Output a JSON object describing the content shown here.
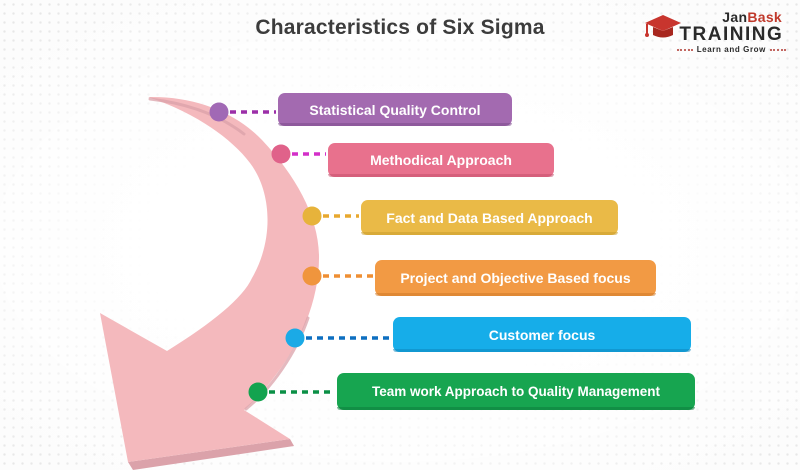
{
  "title": "Characteristics of Six Sigma",
  "title_color": "#3c3c3c",
  "logo": {
    "brand_part1": "Jan",
    "brand_part2": "Bask",
    "brand_line2": "TRAINING",
    "tagline": "Learn and Grow",
    "accent_color": "#c0392b",
    "dark_color": "#2a2a2a"
  },
  "arrow": {
    "shape": "curved-arrow-pointing-down-left",
    "color": "#f4b9bd",
    "shadow_color": "#dba2aa"
  },
  "items": [
    {
      "label": "Statistical Quality Control",
      "color": "#a36ab0",
      "edge_color": "#7e4a8d",
      "dot_color": "#a169b5",
      "line_color": "#9c2fa8"
    },
    {
      "label": "Methodical Approach",
      "color": "#e8718d",
      "edge_color": "#c4506e",
      "dot_color": "#e0628a",
      "line_color": "#d32fc8"
    },
    {
      "label": "Fact and Data Based Approach",
      "color": "#eaba47",
      "edge_color": "#c99c2b",
      "dot_color": "#e7b33b",
      "line_color": "#e8a82f"
    },
    {
      "label": "Project and Objective Based focus",
      "color": "#f29a44",
      "edge_color": "#cf7a28",
      "dot_color": "#f0953d",
      "line_color": "#ef8f33"
    },
    {
      "label": "Customer focus",
      "color": "#16ade9",
      "edge_color": "#0e86bd",
      "dot_color": "#1baae6",
      "line_color": "#0d6fc0"
    },
    {
      "label": "Team work Approach to Quality Management",
      "color": "#17a550",
      "edge_color": "#0c7d3c",
      "dot_color": "#13a34f",
      "line_color": "#0a8f45"
    }
  ],
  "label_text_color": "#ffffff"
}
